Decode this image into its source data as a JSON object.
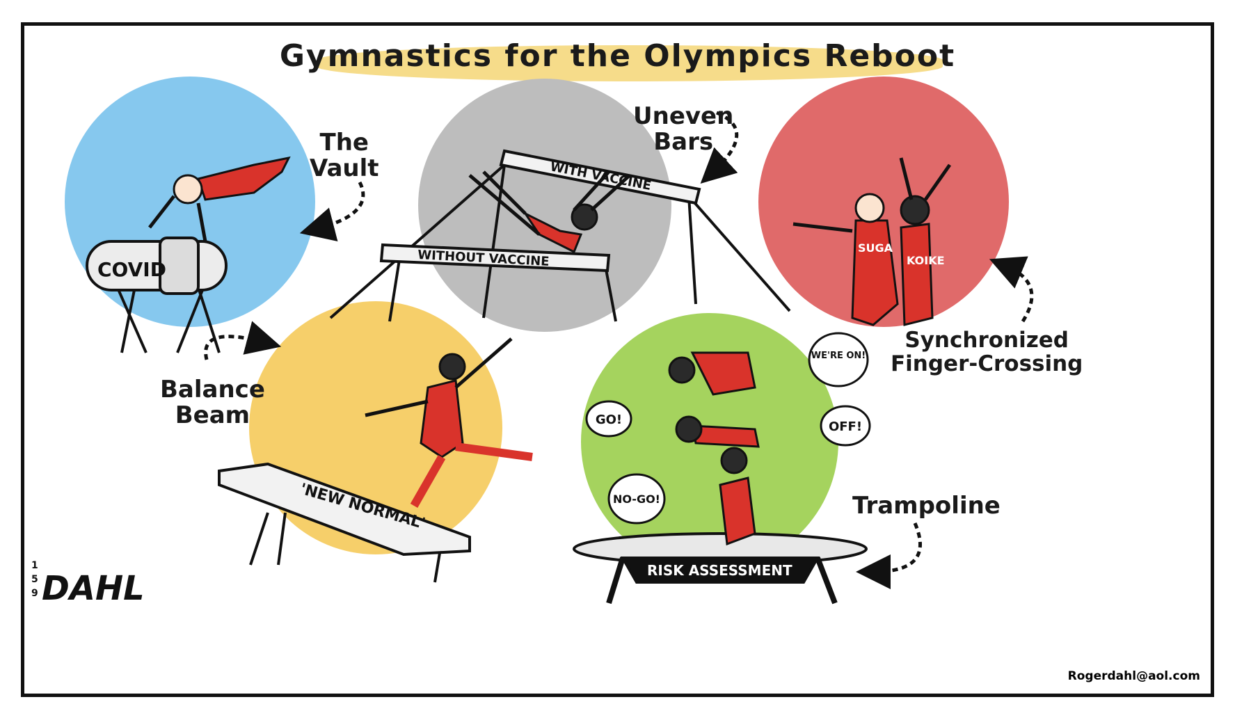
{
  "title": "Gymnastics for the Olympics Reboot",
  "events": {
    "vault": {
      "label_line1": "The",
      "label_line2": "Vault",
      "prop_text": "COVID"
    },
    "bars": {
      "label_line1": "Uneven",
      "label_line2": "Bars",
      "high_bar_text": "WITH VACCINE",
      "low_bar_text": "WITHOUT VACCINE"
    },
    "sync": {
      "label_line1": "Synchronized",
      "label_line2": "Finger-Crossing",
      "name_left": "SUGA",
      "name_right": "KOIKE"
    },
    "beam": {
      "label_line1": "Balance",
      "label_line2": "Beam",
      "prop_text": "'NEW NORMAL'"
    },
    "trampoline": {
      "label": "Trampoline",
      "prop_text": "RISK ASSESSMENT",
      "bubbles": [
        "WE'RE ON!",
        "GO!",
        "OFF!",
        "NO-GO!"
      ]
    }
  },
  "signature": {
    "name": "DAHL",
    "number": [
      "1",
      "5",
      "9"
    ]
  },
  "credit": "Rogerdahl@aol.com",
  "colors": {
    "vault": "#86c8ee",
    "bars": "#bdbdbd",
    "sync": "#e06a6a",
    "beam": "#f6cf6a",
    "trampoline": "#a5d35e",
    "suit": "#d9332b"
  }
}
